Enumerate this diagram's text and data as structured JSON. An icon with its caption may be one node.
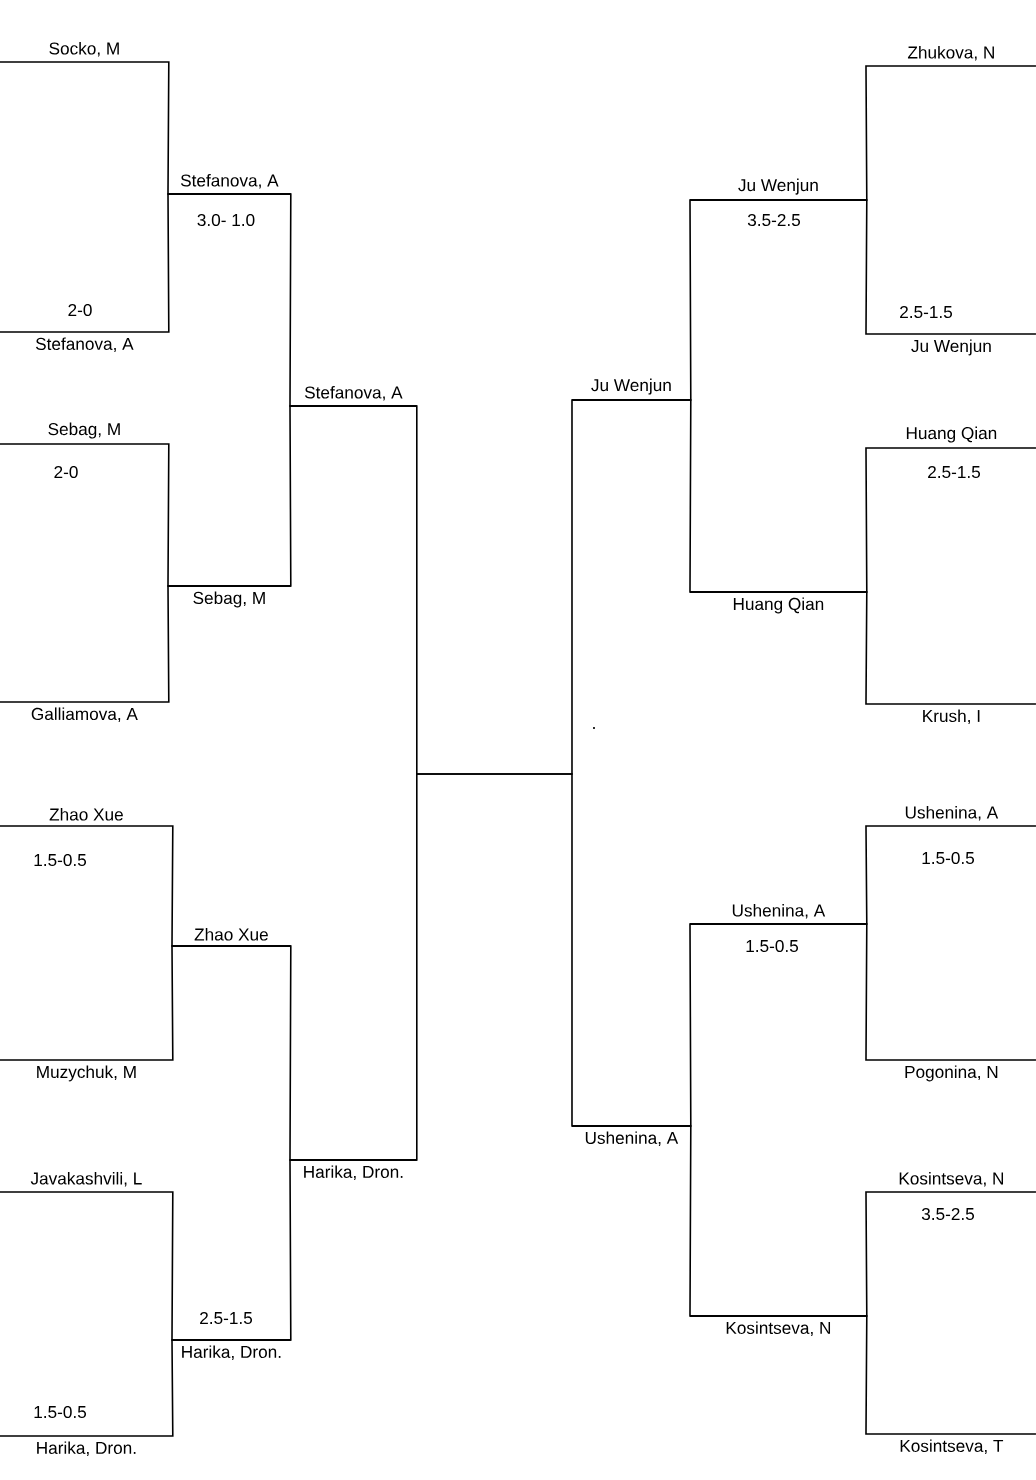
{
  "diagram": {
    "nodes": [
      {
        "text": [
          "Socko, M"
        ]
      },
      {
        "text": [
          "Stefanova, A"
        ],
        "beside": [
          "2-0"
        ]
      },
      {
        "text": [
          "Sebag, M"
        ],
        "beside": [
          "2-0"
        ]
      },
      {
        "text": [
          "Galliamova, A"
        ]
      },
      {
        "text": [
          "Zhao Xue"
        ],
        "beside": [
          "1.5-0.5"
        ]
      },
      {
        "text": [
          "Muzychuk, M"
        ]
      },
      {
        "text": [
          "Javakashvili, L"
        ]
      },
      {
        "text": [
          "Harika, Dron."
        ],
        "beside": [
          "1.5-0.5"
        ]
      },
      {
        "text": [
          "Stefanova, A"
        ],
        "beside": [
          "3.0- 1.0"
        ]
      },
      {
        "text": [
          "Sebag, M"
        ]
      },
      {
        "text": [
          "Zhao Xue"
        ]
      },
      {
        "text": [
          "Harika, Dron."
        ],
        "beside": [
          "2.5-1.5"
        ]
      },
      {
        "text": [
          "Stefanova, A"
        ]
      },
      {
        "text": [
          "Harika, Dron."
        ]
      },
      {
        "text": [
          "Ju Wenjun"
        ]
      },
      {
        "text": [
          "Ushenina, A"
        ]
      },
      {
        "text": [
          "Ju Wenjun"
        ],
        "beside": [
          "3.5-2.5"
        ]
      },
      {
        "text": [
          "Huang Qian"
        ]
      },
      {
        "text": [
          "Ushenina, A"
        ],
        "beside": [
          "1.5-0.5"
        ]
      },
      {
        "text": [
          "Kosintseva, N"
        ]
      },
      {
        "text": [
          "Zhukova, N"
        ]
      },
      {
        "text": [
          "Ju Wenjun"
        ],
        "beside": [
          "2.5-1.5"
        ]
      },
      {
        "text": [
          "Huang Qian"
        ],
        "beside": [
          "2.5-1.5"
        ]
      },
      {
        "text": [
          "Krush, I"
        ]
      },
      {
        "text": [
          "Ushenina, A"
        ],
        "beside": [
          "1.5-0.5"
        ]
      },
      {
        "text": [
          "Pogonina, N"
        ]
      },
      {
        "text": [
          "Kosintseva, N"
        ],
        "beside": [
          "3.5-2.5"
        ]
      },
      {
        "text": [
          "Kosintseva, T"
        ]
      }
    ],
    "edges": [
      {
        "from": 0,
        "to": 8,
        "arrow": "none"
      },
      {
        "from": 1,
        "to": 8,
        "arrow": "none"
      },
      {
        "from": 2,
        "to": 9,
        "arrow": "none"
      },
      {
        "from": 3,
        "to": 9,
        "arrow": "none"
      },
      {
        "from": 4,
        "to": 10,
        "arrow": "none"
      },
      {
        "from": 5,
        "to": 10,
        "arrow": "none"
      },
      {
        "from": 6,
        "to": 11,
        "arrow": "none"
      },
      {
        "from": 7,
        "to": 11,
        "arrow": "none"
      },
      {
        "from": 8,
        "to": 12,
        "arrow": "none"
      },
      {
        "from": 9,
        "to": 12,
        "arrow": "none"
      },
      {
        "from": 10,
        "to": 13,
        "arrow": "none"
      },
      {
        "from": 11,
        "to": 13,
        "arrow": "none"
      },
      {
        "from": 12,
        "to": 14,
        "arrow": "none"
      },
      {
        "from": 13,
        "to": 15,
        "arrow": "none"
      },
      {
        "from": 16,
        "to": 14,
        "arrow": "none"
      },
      {
        "from": 17,
        "to": 14,
        "arrow": "none"
      },
      {
        "from": 18,
        "to": 15,
        "arrow": "none"
      },
      {
        "from": 19,
        "to": 15,
        "arrow": "none"
      },
      {
        "from": 20,
        "to": 16,
        "arrow": "none"
      },
      {
        "from": 21,
        "to": 16,
        "arrow": "none"
      },
      {
        "from": 22,
        "to": 17,
        "arrow": "none"
      },
      {
        "from": 23,
        "to": 17,
        "arrow": "none"
      },
      {
        "from": 24,
        "to": 18,
        "arrow": "none"
      },
      {
        "from": 25,
        "to": 18,
        "arrow": "none"
      },
      {
        "from": 26,
        "to": 19,
        "arrow": "none"
      },
      {
        "from": 27,
        "to": 19,
        "arrow": "none"
      }
    ],
    "labels": [
      "."
    ]
  }
}
